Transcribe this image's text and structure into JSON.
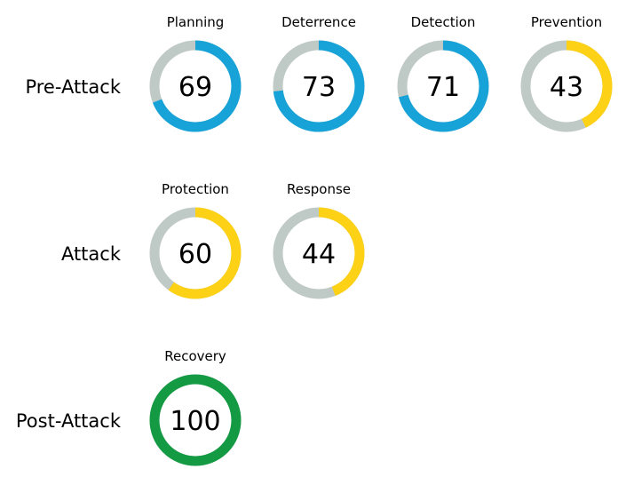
{
  "chart_data": {
    "type": "donut-scorecard",
    "scale_max": 100,
    "colors": {
      "track": "#bfc9c6",
      "high": "#17a3d8",
      "medium": "#fcd116",
      "complete": "#159a44"
    },
    "rows": [
      {
        "stage": "Pre-Attack",
        "metrics": [
          {
            "label": "Planning",
            "value": 69,
            "color": "#17a3d8"
          },
          {
            "label": "Deterrence",
            "value": 73,
            "color": "#17a3d8"
          },
          {
            "label": "Detection",
            "value": 71,
            "color": "#17a3d8"
          },
          {
            "label": "Prevention",
            "value": 43,
            "color": "#fcd116"
          }
        ]
      },
      {
        "stage": "Attack",
        "metrics": [
          {
            "label": "Protection",
            "value": 60,
            "color": "#fcd116"
          },
          {
            "label": "Response",
            "value": 44,
            "color": "#fcd116"
          }
        ]
      },
      {
        "stage": "Post-Attack",
        "metrics": [
          {
            "label": "Recovery",
            "value": 100,
            "color": "#159a44"
          }
        ]
      }
    ]
  }
}
